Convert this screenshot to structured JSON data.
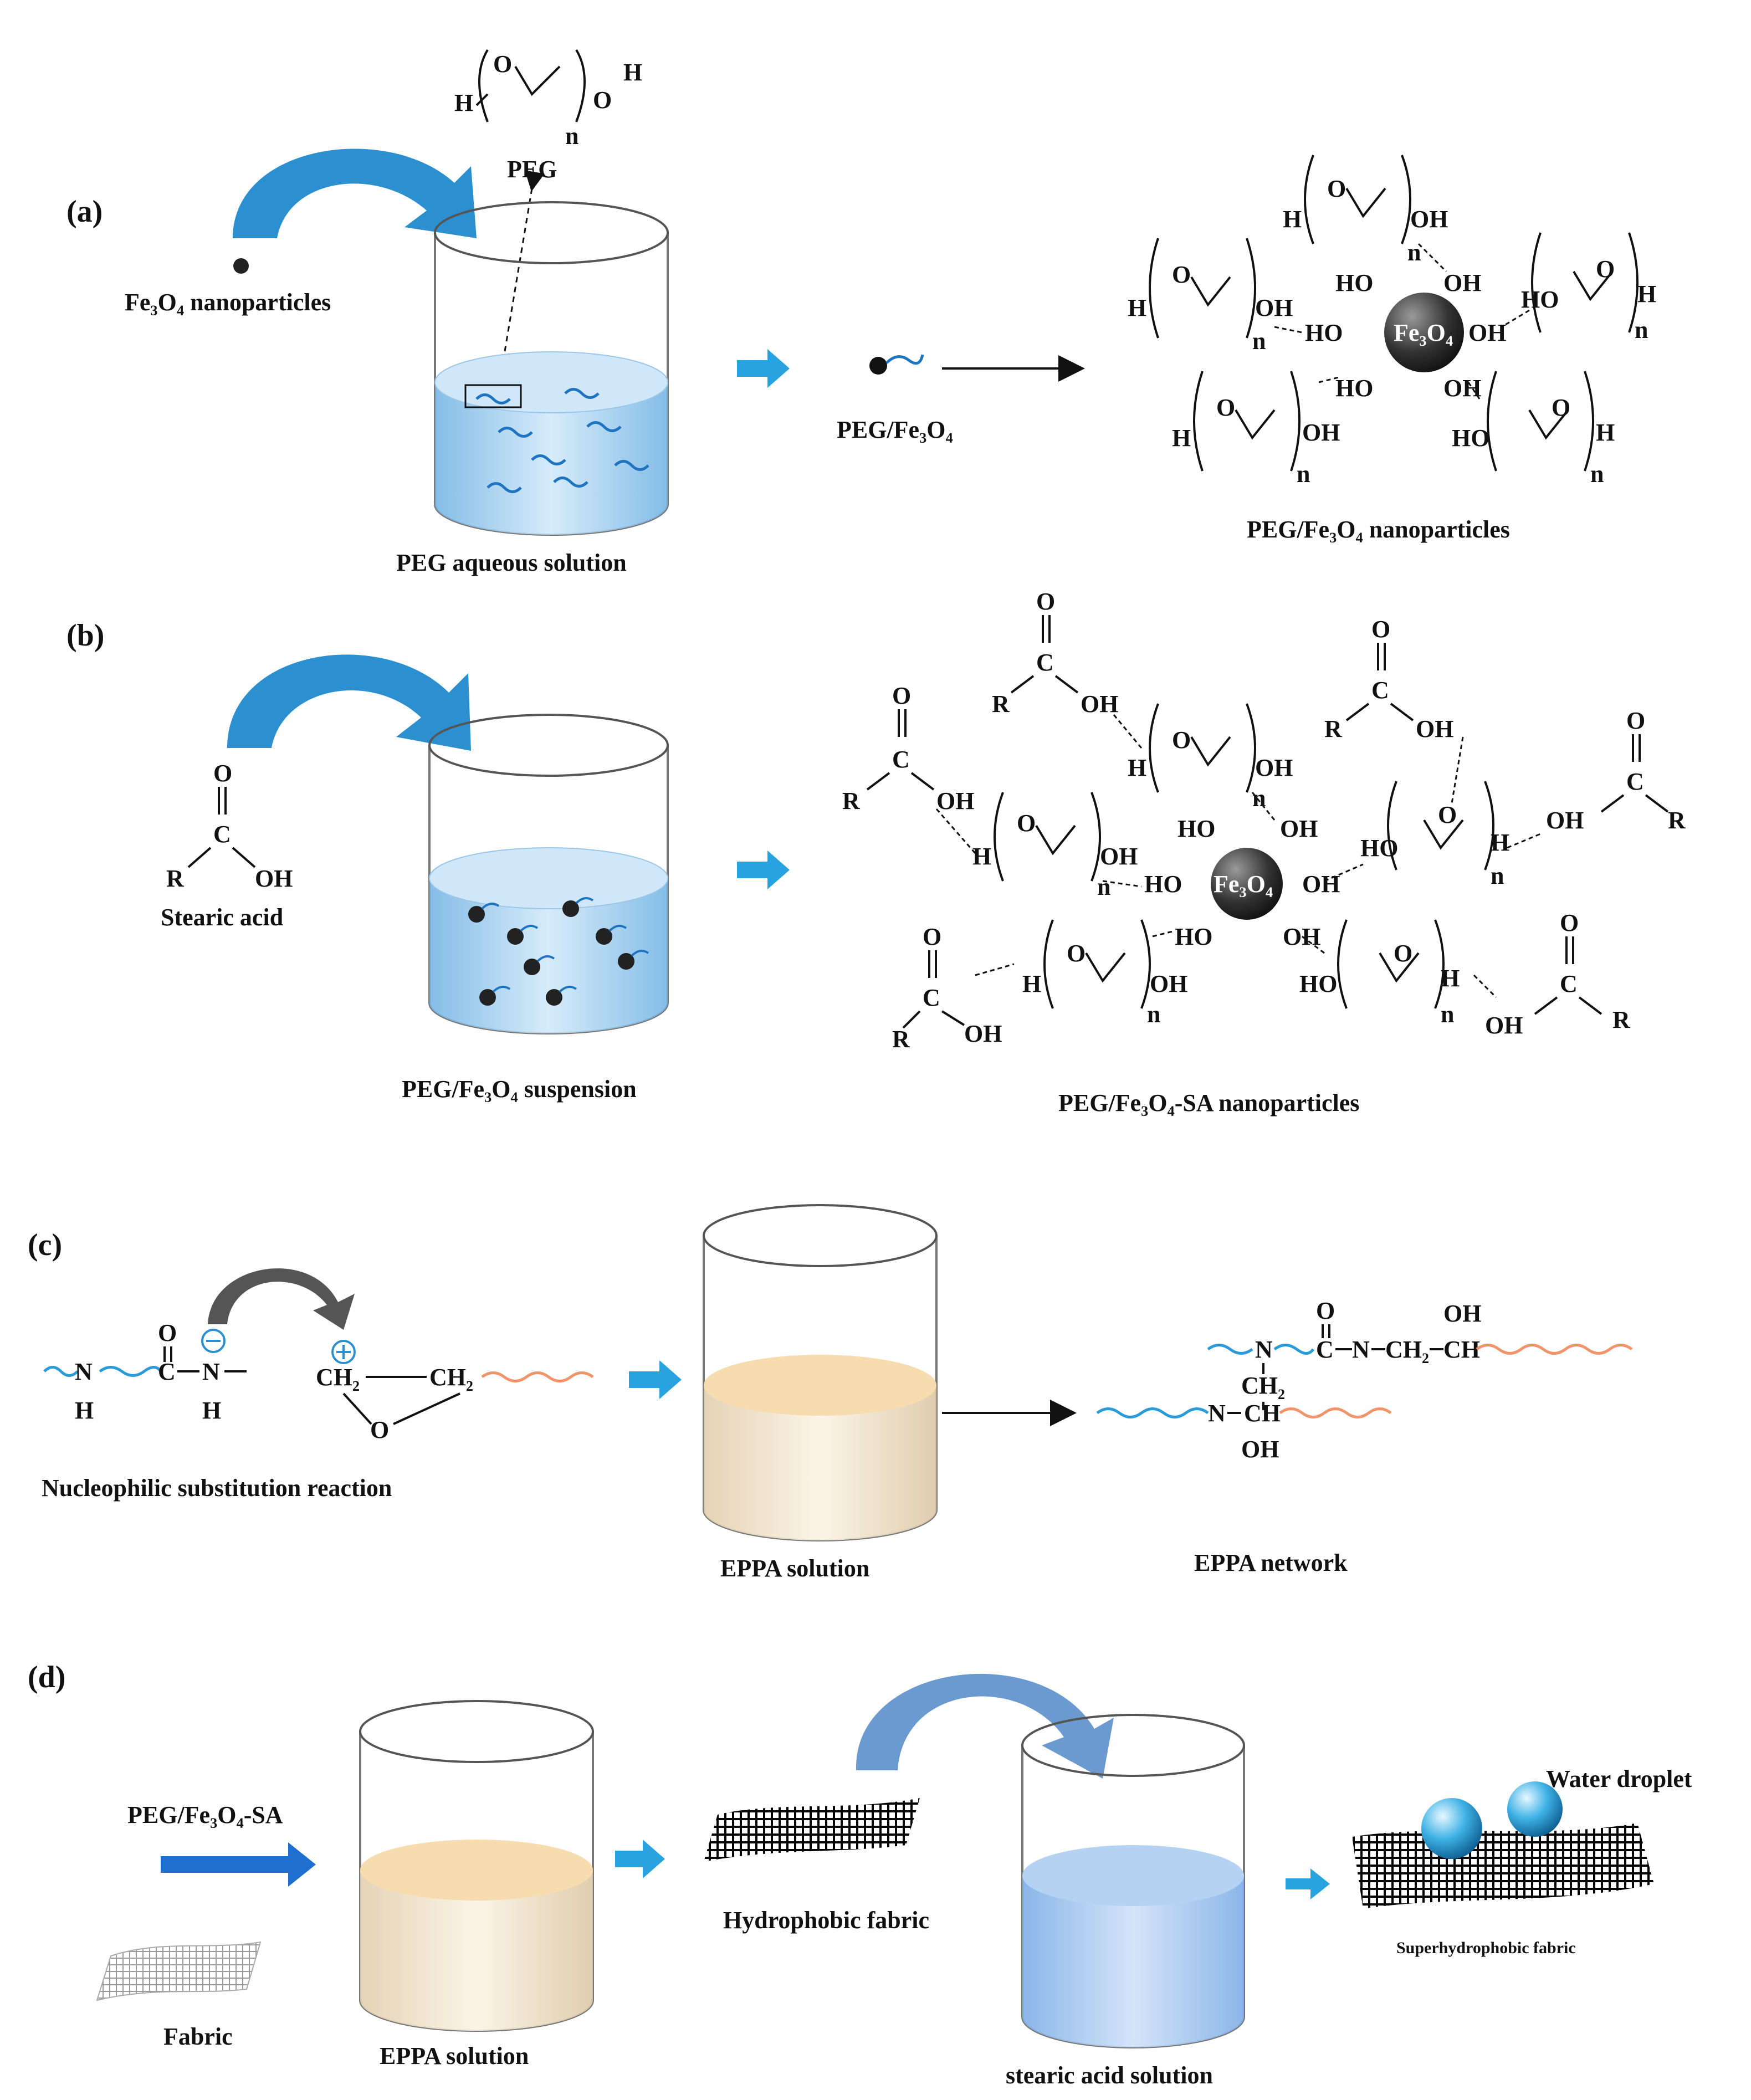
{
  "panels": {
    "a": {
      "tag": "(a)",
      "fe3o4_label": "Fe₃O₄ nanoparticles",
      "peg_label": "PEG",
      "beaker_label": "PEG aqueous solution",
      "intermediate_label": "PEG/Fe₃O₄",
      "product_label": "PEG/Fe₃O₄ nanoparticles",
      "core_label": "Fe₃O₄"
    },
    "b": {
      "tag": "(b)",
      "reagent_label": "Stearic acid",
      "beaker_label": "PEG/Fe₃O₄ suspension",
      "product_label": "PEG/Fe₃O₄-SA nanoparticles",
      "core_label": "Fe₃O₄"
    },
    "c": {
      "tag": "(c)",
      "reaction_label": "Nucleophilic substitution reaction",
      "beaker_label": "EPPA solution",
      "product_label": "EPPA network"
    },
    "d": {
      "tag": "(d)",
      "additive_label": "PEG/Fe₃O₄-SA",
      "fabric_label": "Fabric",
      "beaker1_label": "EPPA solution",
      "hydrophobic_label": "Hydrophobic fabric",
      "beaker2_label": "stearic acid solution",
      "droplet_label": "Water droplet",
      "final_label": "Superhydrophobic fabric"
    }
  },
  "colors": {
    "blue_arrow": "#2b8fd0",
    "flow_arrow": "#29a3e0",
    "peg_solution": "#8ec8ef",
    "eppa_solution": "#f6dcb0",
    "stearic_solution": "#9cc3ee",
    "orange_chain": "#f0956a",
    "blue_chain": "#2a9ad8"
  }
}
